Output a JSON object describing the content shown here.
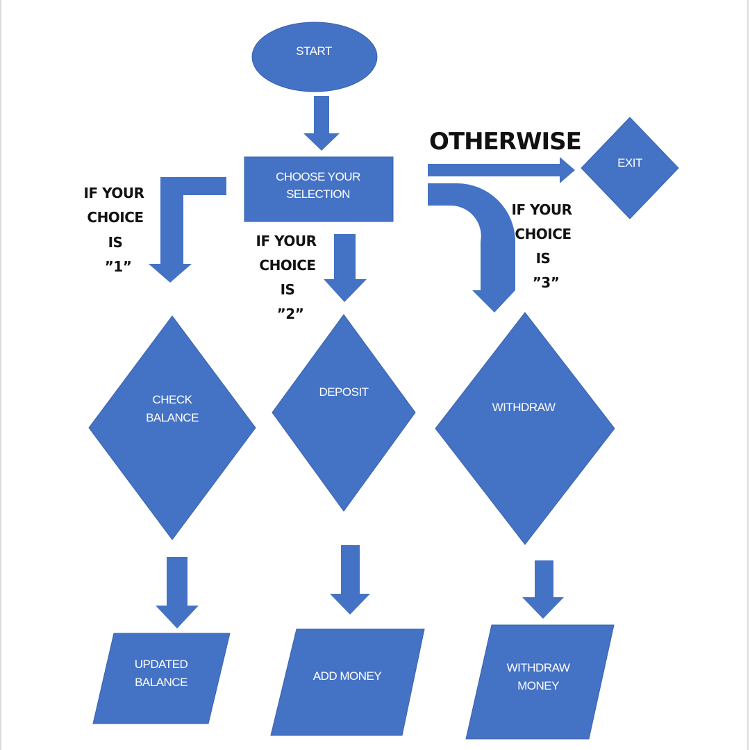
{
  "colors": {
    "shape_fill": "#4472c4",
    "text_on_shape": "#ffffff",
    "label_text": "#111111"
  },
  "nodes": {
    "start": "START",
    "choose_line1": "CHOOSE YOUR",
    "choose_line2": "SELECTION",
    "exit": "EXIT",
    "check_line1": "CHECK",
    "check_line2": "BALANCE",
    "deposit": "DEPOSIT",
    "withdraw": "WITHDRAW",
    "updated_line1": "UPDATED",
    "updated_line2": "BALANCE",
    "add_money": "ADD MONEY",
    "withdraw_money_line1": "WITHDRAW",
    "withdraw_money_line2": "MONEY"
  },
  "labels": {
    "otherwise": "OTHERWISE",
    "choice1": [
      "IF YOUR",
      "CHOICE",
      "IS",
      "”1”"
    ],
    "choice2": [
      "IF YOUR",
      "CHOICE",
      "IS",
      "”2”"
    ],
    "choice3": [
      "IF YOUR",
      "CHOICE",
      "IS",
      "”3”"
    ]
  }
}
